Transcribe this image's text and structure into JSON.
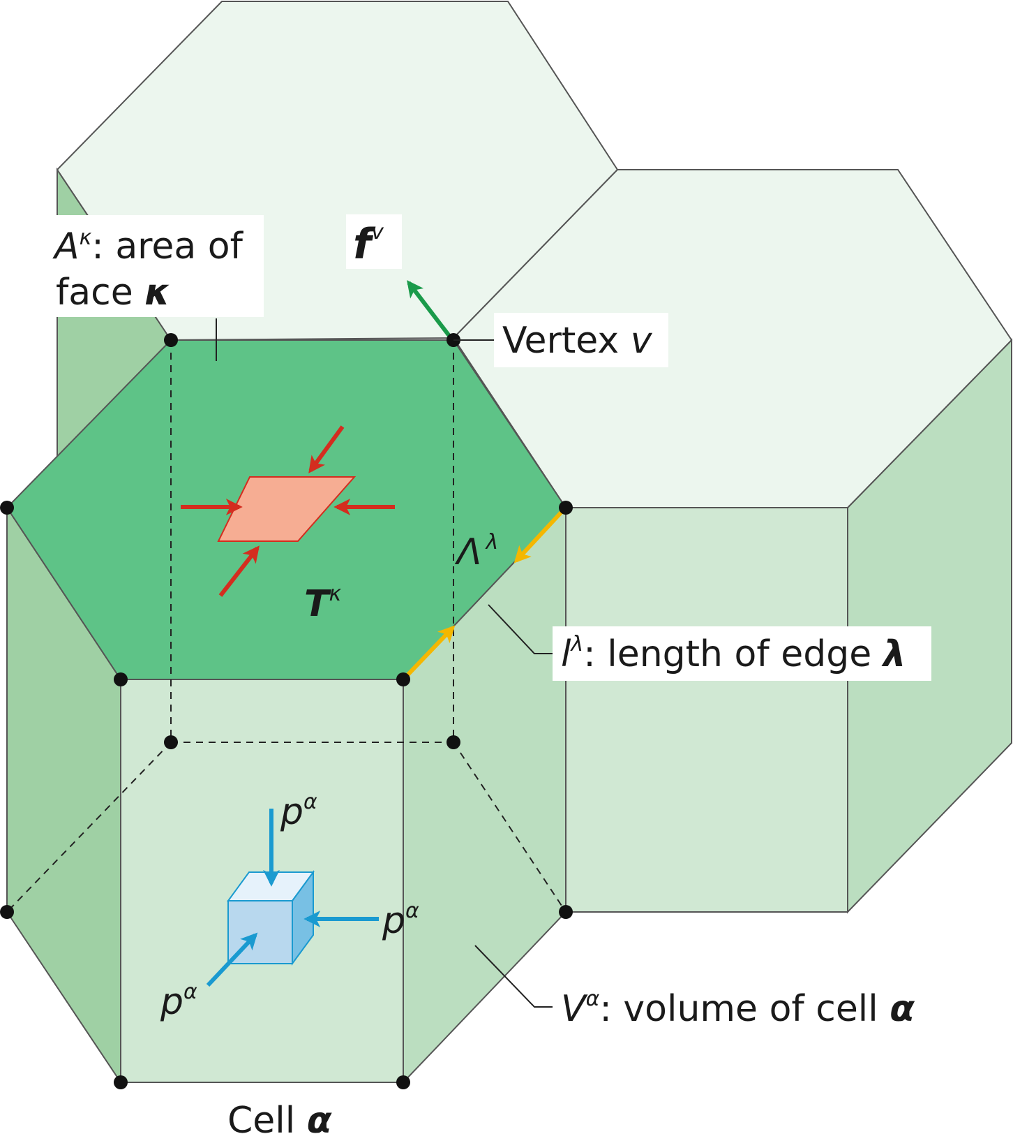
{
  "labels": {
    "area": {
      "symbol": "A",
      "sup": "κ",
      "line1_text": ": area of",
      "line2_text": "face ",
      "line2_symbol": "κ"
    },
    "vertex": {
      "text": "Vertex ",
      "symbol": "v"
    },
    "force": {
      "symbol": "f",
      "sup": "v"
    },
    "edge": {
      "symbol": "l",
      "sup": "λ",
      "text": ": length of edge ",
      "symbol2": "λ"
    },
    "lambda": {
      "symbol": "Λ",
      "sup": "λ"
    },
    "tension": {
      "symbol": "T",
      "sup": "κ"
    },
    "volume": {
      "symbol": "V",
      "sup": "α",
      "text": ": volume of cell ",
      "symbol2": "α"
    },
    "pressure": {
      "symbol": "p",
      "sup": "α"
    },
    "cell": {
      "text": "Cell ",
      "symbol": "α"
    }
  },
  "colors": {
    "top_face_light": "#ecf6ee",
    "side_light": "#d0e8d3",
    "side_mid": "#bbdec0",
    "side_dark": "#9fd0a4",
    "highlight_face": "#5ec387",
    "tension_patch": "#f6ad93",
    "tension_arrow": "#d42d1f",
    "force_arrow": "#1a9a4a",
    "edge_arrow": "#f4b700",
    "pressure_arrow": "#1a9ad0",
    "cube_front": "#b8d8ee",
    "cube_top": "#e6f2fb",
    "cube_side": "#78c0e4",
    "vertex_dot": "#111111",
    "outline": "#555555"
  }
}
